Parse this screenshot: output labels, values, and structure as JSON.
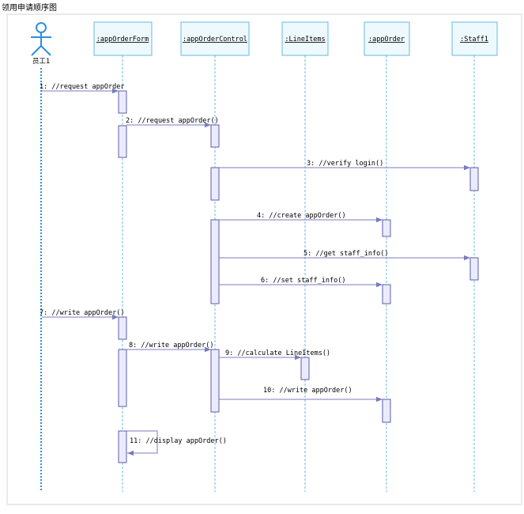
{
  "diagram": {
    "title": "领用申请顺序图",
    "actor": {
      "name": "员工1"
    },
    "lifelines": [
      {
        "id": "form",
        "label": ":appOrderForm"
      },
      {
        "id": "ctrl",
        "label": ":appOrderControl"
      },
      {
        "id": "items",
        "label": ":LineItems"
      },
      {
        "id": "order",
        "label": ":appOrder"
      },
      {
        "id": "staff",
        "label": ":Staff1"
      }
    ],
    "messages": [
      {
        "label": "1: //request appOrder"
      },
      {
        "label": "2: //request appOrder()"
      },
      {
        "label": "3: //verify login()"
      },
      {
        "label": "4: //create appOrder()"
      },
      {
        "label": "5: //get staff_info()"
      },
      {
        "label": "6: //set staff_info()"
      },
      {
        "label": "7: //write appOrder()"
      },
      {
        "label": "8: //write appOrder()"
      },
      {
        "label": "9: //calculate LineItems()"
      },
      {
        "label": "10: //write appOrder()"
      },
      {
        "label": "11: //display appOrder()"
      }
    ]
  }
}
